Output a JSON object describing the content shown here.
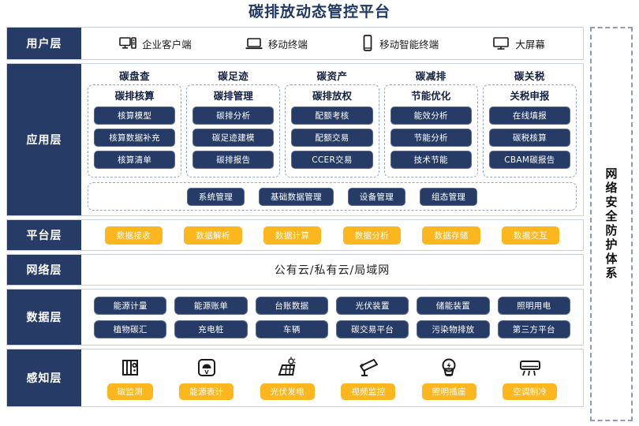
{
  "title": "碳排放动态管控平台",
  "colors": {
    "navy": "#263c66",
    "yellow": "#fcb61e",
    "title_blue": "#1f3864",
    "frame_border": "#c9d0de",
    "dashed_border": "#9aa4bb"
  },
  "security_sidebar": {
    "label": "网络安全防护体系"
  },
  "layers": {
    "user": {
      "tag": "用户层",
      "items": [
        {
          "icon": "desktop-tower-icon",
          "label": "企业客户端"
        },
        {
          "icon": "laptop-icon",
          "label": "移动终端"
        },
        {
          "icon": "smartphone-icon",
          "label": "移动智能终端"
        },
        {
          "icon": "monitor-icon",
          "label": "大屏幕"
        }
      ]
    },
    "application": {
      "tag": "应用层",
      "groups": [
        {
          "title": "碳盘查",
          "subtitle": "碳排核算",
          "items": [
            "核算模型",
            "核算数据补充",
            "核算清单"
          ]
        },
        {
          "title": "碳足迹",
          "subtitle": "碳排管理",
          "items": [
            "碳排分析",
            "碳足迹建模",
            "碳排报告"
          ]
        },
        {
          "title": "碳资产",
          "subtitle": "碳排放权",
          "items": [
            "配额考核",
            "配额交易",
            "CCER交易"
          ]
        },
        {
          "title": "碳减排",
          "subtitle": "节能优化",
          "items": [
            "能效分析",
            "节能分析",
            "技术节能"
          ]
        },
        {
          "title": "碳关税",
          "subtitle": "关税申报",
          "items": [
            "在线填报",
            "碳税核算",
            "CBAM碳报告"
          ]
        }
      ],
      "management": [
        "系统管理",
        "基础数据管理",
        "设备管理",
        "组态管理"
      ]
    },
    "platform": {
      "tag": "平台层",
      "items": [
        "数据接收",
        "数据解析",
        "数据计算",
        "数据分析",
        "数据存储",
        "数据交互"
      ]
    },
    "network": {
      "tag": "网络层",
      "text": "公有云/私有云/局域网"
    },
    "data": {
      "tag": "数据层",
      "row1": [
        "能源计量",
        "能源账单",
        "台账数据",
        "光伏装置",
        "储能装置",
        "照明用电"
      ],
      "row2": [
        "植物碳汇",
        "充电桩",
        "车辆",
        "碳交易平台",
        "污染物排放",
        "第三方平台"
      ]
    },
    "sense": {
      "tag": "感知层",
      "items": [
        {
          "icon": "co2-monitor-icon",
          "label": "碳监测"
        },
        {
          "icon": "energy-meter-icon",
          "label": "能源表计"
        },
        {
          "icon": "solar-panel-icon",
          "label": "光伏发电"
        },
        {
          "icon": "cctv-camera-icon",
          "label": "视频监控"
        },
        {
          "icon": "lightbulb-icon",
          "label": "照明插座"
        },
        {
          "icon": "air-conditioner-icon",
          "label": "空调制冷"
        }
      ]
    }
  }
}
